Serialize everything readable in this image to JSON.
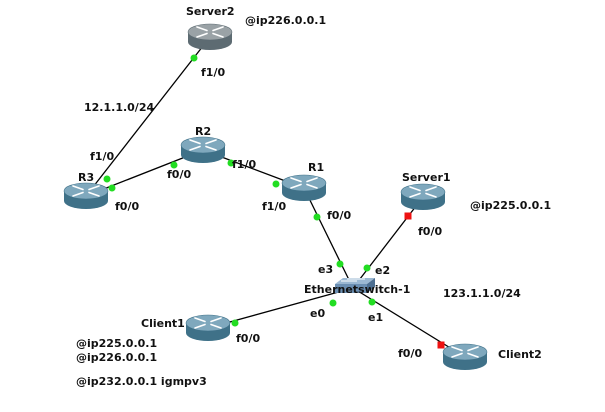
{
  "colors": {
    "router_top": "#7fa8bd",
    "router_side": "#3f7188",
    "server_top": "#9aa2a6",
    "server_side": "#5d6b72",
    "switch": "#6b8fb3",
    "link": "#000000",
    "status_up": "#22dd22",
    "status_down": "#ee1111"
  },
  "nodes": [
    {
      "id": "server2",
      "name": "Server2",
      "type": "router-gray"
    },
    {
      "id": "r2",
      "name": "R2",
      "type": "router"
    },
    {
      "id": "r3",
      "name": "R3",
      "type": "router"
    },
    {
      "id": "r1",
      "name": "R1",
      "type": "router"
    },
    {
      "id": "server1",
      "name": "Server1",
      "type": "router"
    },
    {
      "id": "sw",
      "name": "Ethernetswitch-1",
      "type": "switch"
    },
    {
      "id": "client1",
      "name": "Client1",
      "type": "router"
    },
    {
      "id": "client2",
      "name": "Client2",
      "type": "router"
    }
  ],
  "links": [
    {
      "from": "server2",
      "to": "r3",
      "status_a": "up",
      "status_b": "up"
    },
    {
      "from": "r3",
      "to": "r2",
      "status_a": "up",
      "status_b": "up"
    },
    {
      "from": "r2",
      "to": "r1",
      "status_a": "up",
      "status_b": "up"
    },
    {
      "from": "r1",
      "to": "sw",
      "status_a": "up",
      "status_b": "up"
    },
    {
      "from": "server1",
      "to": "sw",
      "status_a": "down",
      "status_b": "up"
    },
    {
      "from": "client1",
      "to": "sw",
      "status_a": "up",
      "status_b": "up"
    },
    {
      "from": "client2",
      "to": "sw",
      "status_a": "down",
      "status_b": "up"
    }
  ],
  "ports": {
    "server2_f10": "f1/0",
    "r3_f10": "f1/0",
    "r3_f00": "f0/0",
    "r2_f00": "f0/0",
    "r2_f10": "f1/0",
    "r1_f10": "f1/0",
    "r1_f00": "f0/0",
    "server1_f00": "f0/0",
    "sw_e3": "e3",
    "sw_e2": "e2",
    "sw_e0": "e0",
    "sw_e1": "e1",
    "client1_f00": "f0/0",
    "client2_f00": "f0/0"
  },
  "annotations": {
    "server2_ip": "@ip226.0.0.1",
    "server1_ip": "@ip225.0.0.1",
    "net_12": "12.1.1.0/24",
    "net_123": "123.1.1.0/24",
    "client1_ip1": "@ip225.0.0.1",
    "client1_ip2": "@ip226.0.0.1",
    "client1_igmp": "@ip232.0.0.1 igmpv3"
  }
}
